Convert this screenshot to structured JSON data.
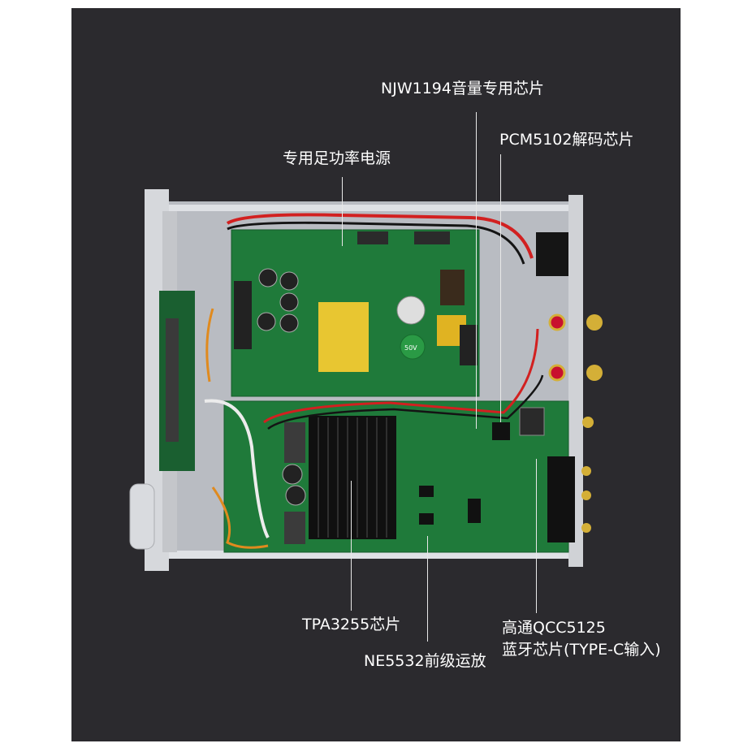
{
  "labels": {
    "njw": "NJW1194音量专用芯片",
    "pcm": "PCM5102解码芯片",
    "power": "专用足功率电源",
    "tpa": "TPA3255芯片",
    "ne": "NE5532前级运放",
    "qcc_line1": "高通QCC5125",
    "qcc_line2": "蓝牙芯片(TYPE-C输入)"
  },
  "board_markings": {
    "cap_text": "50V"
  },
  "colors": {
    "background": "#2b2a2e",
    "pcb_green": "#1f7a3a",
    "chassis": "#c9cbd0",
    "label_text": "#ffffff",
    "wire_red": "#d22020",
    "wire_black": "#141414"
  }
}
